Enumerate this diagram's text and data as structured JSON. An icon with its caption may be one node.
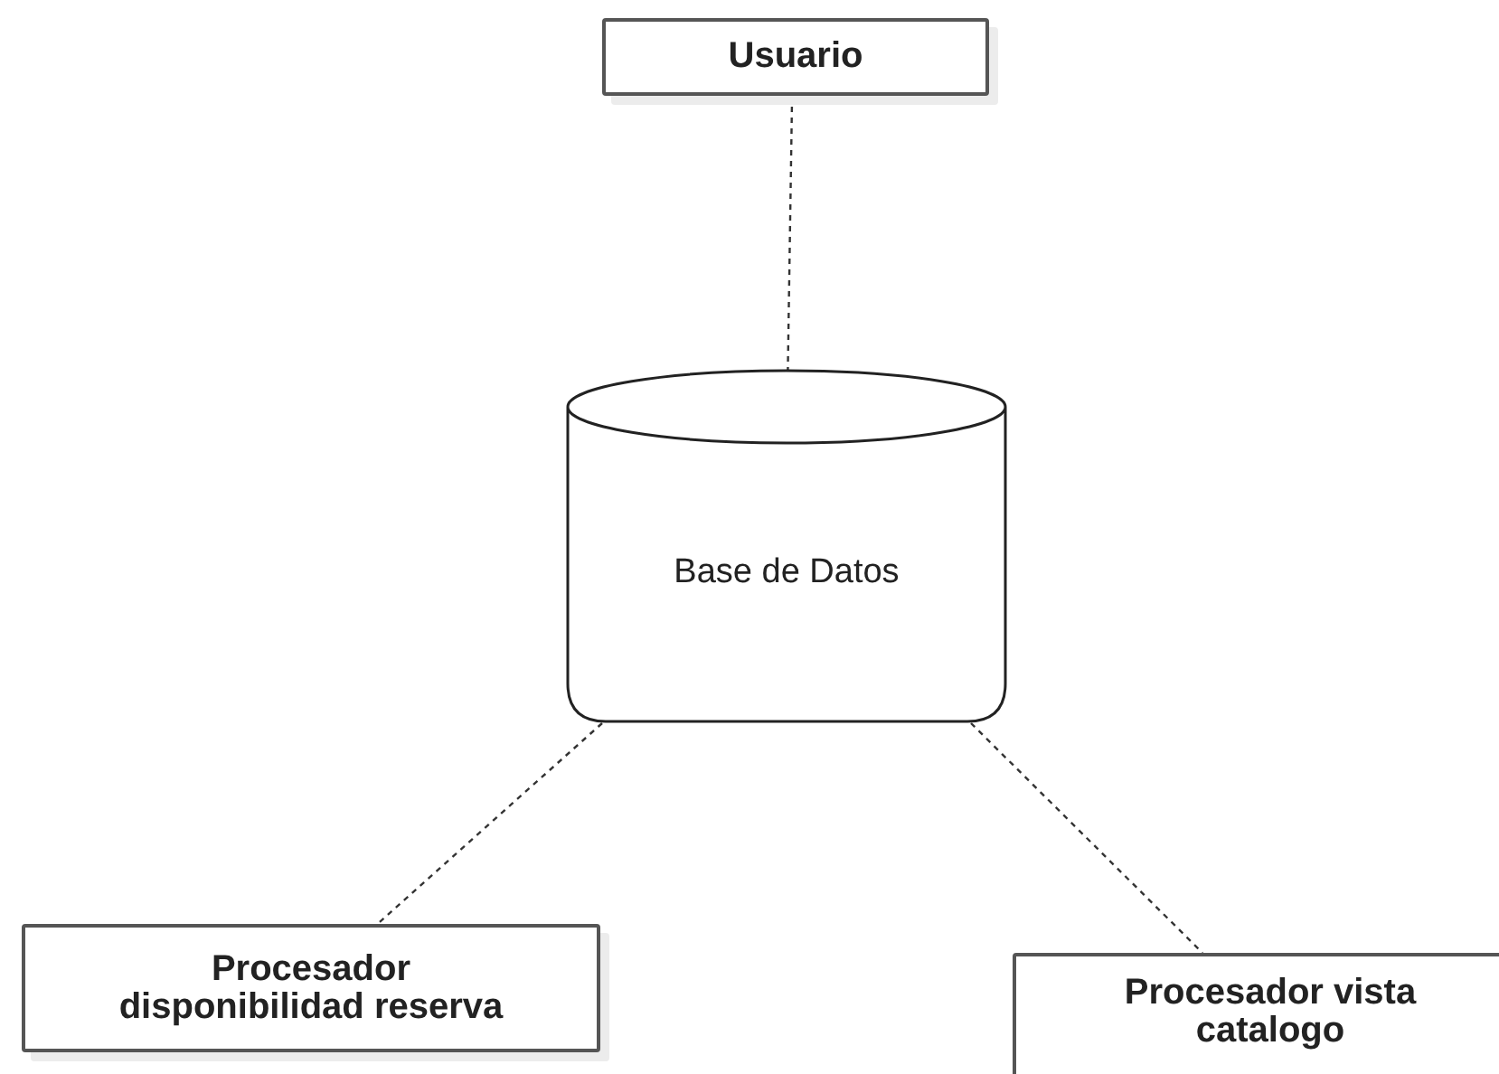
{
  "diagram": {
    "nodes": [
      {
        "text": [
          "Usuario"
        ]
      },
      {
        "text": [
          "Base de Datos"
        ]
      },
      {
        "text": [
          "Procesador disponibilidad reserva"
        ]
      },
      {
        "text": [
          "Procesador vista catalogo"
        ]
      }
    ],
    "edges": [
      {
        "from": 0,
        "to": 1,
        "arrow": "none",
        "style": "dashed"
      },
      {
        "from": 1,
        "to": 2,
        "arrow": "none",
        "style": "dashed"
      },
      {
        "from": 1,
        "to": 3,
        "arrow": "none",
        "style": "dashed"
      }
    ]
  }
}
